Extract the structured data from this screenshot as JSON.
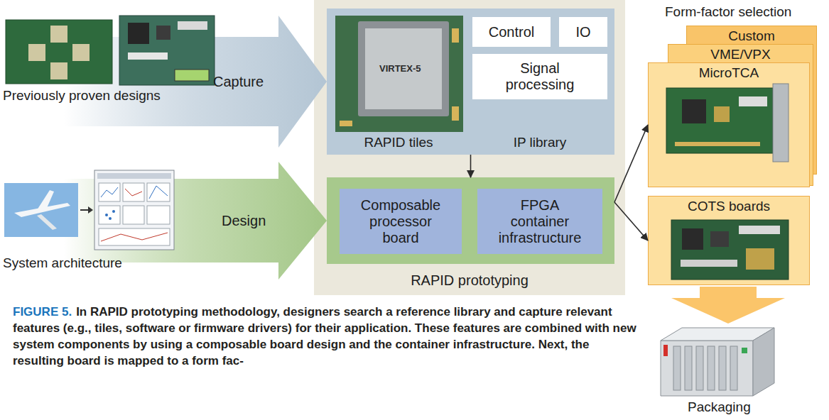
{
  "diagram": {
    "caption": "In RAPID prototyping methodology, designers search a reference library and capture relevant features (e.g., tiles, software or firmware drivers) for their application. These features are combined with new system components by using a composable board design and the container infrastructure. Next, the resulting board is mapped to a form fac-",
    "nodes": [
      {
        "text": [
          "RAPID prototyping"
        ]
      },
      {
        "text": [
          "RAPID tiles",
          "IP library"
        ],
        "in": 0
      },
      {
        "text": [
          "Control"
        ],
        "in": 1
      },
      {
        "text": [
          "IO"
        ],
        "in": 1
      },
      {
        "text": [
          "Signal processing"
        ],
        "in": 1
      },
      {
        "text": [],
        "in": 0
      },
      {
        "text": [
          "Composable processor board"
        ],
        "in": 5
      },
      {
        "text": [
          "FPGA container infrastructure"
        ],
        "in": 5
      },
      {
        "text": [
          "Custom"
        ]
      },
      {
        "text": [
          "VME/VPX"
        ]
      },
      {
        "text": [
          "MicroTCA"
        ]
      },
      {
        "text": [
          "COTS boards"
        ]
      }
    ],
    "edges": [
      {
        "from": 1,
        "to": 5,
        "arrow": "to"
      },
      {
        "from": 5,
        "to": 10,
        "arrow": "to"
      },
      {
        "from": 5,
        "to": 11,
        "arrow": "to"
      }
    ],
    "labels": [
      "Capture",
      "Previously proven designs",
      "Design",
      "System architecture",
      "VIRTEX-5",
      "Form-factor selection",
      "Packaging",
      "FIGURE 5."
    ]
  }
}
